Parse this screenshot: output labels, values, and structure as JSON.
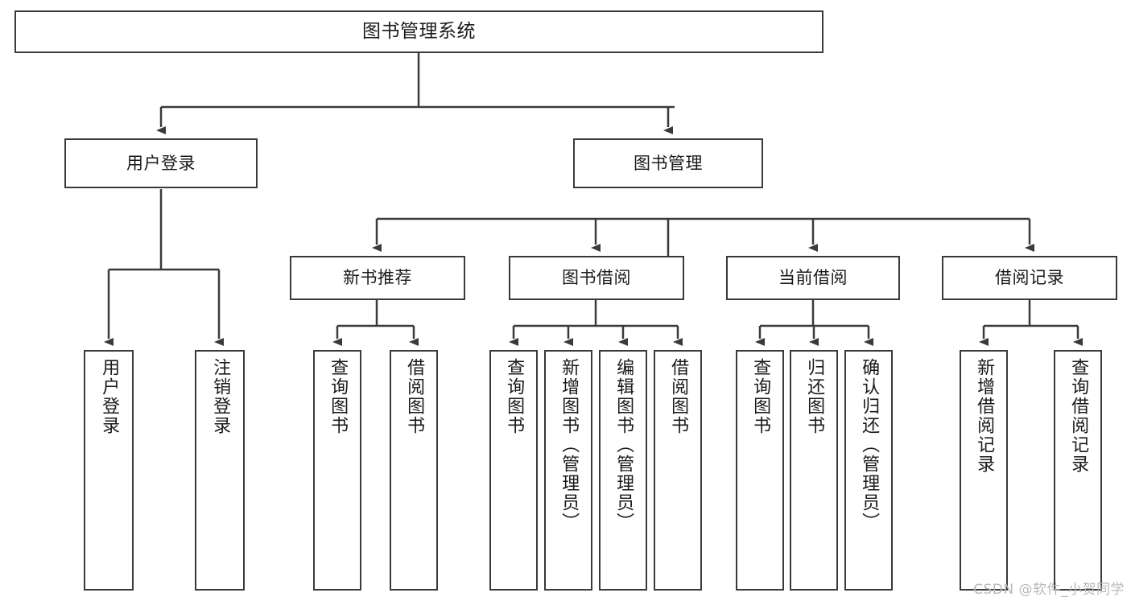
{
  "diagram": {
    "type": "tree",
    "title": "图书管理系统",
    "colors": {
      "background": "#ffffff",
      "box_border": "#3a3a3a",
      "box_fill": "#ffffff",
      "text": "#1a1a1a",
      "connector": "#3a3a3a",
      "watermark": "#b9b9b9"
    },
    "root": {
      "label": "图书管理系统"
    },
    "level2": [
      {
        "label": "用户登录"
      },
      {
        "label": "图书管理"
      }
    ],
    "level3": [
      {
        "label": "新书推荐"
      },
      {
        "label": "图书借阅"
      },
      {
        "label": "当前借阅"
      },
      {
        "label": "借阅记录"
      }
    ],
    "leaves": [
      {
        "label": "用户登录",
        "parent": "用户登录"
      },
      {
        "label": "注销登录",
        "parent": "用户登录"
      },
      {
        "label": "查询图书",
        "parent": "新书推荐"
      },
      {
        "label": "借阅图书",
        "parent": "新书推荐"
      },
      {
        "label": "查询图书",
        "parent": "图书借阅"
      },
      {
        "label": "新增图书（管理员）",
        "parent": "图书借阅"
      },
      {
        "label": "编辑图书（管理员）",
        "parent": "图书借阅"
      },
      {
        "label": "借阅图书",
        "parent": "图书借阅"
      },
      {
        "label": "查询图书",
        "parent": "当前借阅"
      },
      {
        "label": "归还图书",
        "parent": "当前借阅"
      },
      {
        "label": "确认归还（管理员）",
        "parent": "当前借阅"
      },
      {
        "label": "新增借阅记录",
        "parent": "借阅记录"
      },
      {
        "label": "查询借阅记录",
        "parent": "借阅记录"
      }
    ]
  },
  "watermark": {
    "text": "CSDN @软件_小贺同学"
  }
}
